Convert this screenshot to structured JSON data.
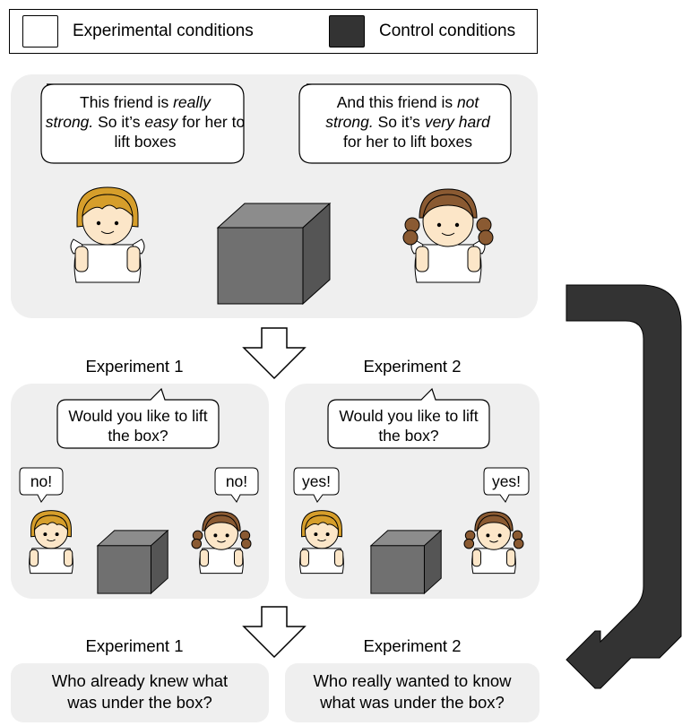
{
  "legend": {
    "experimental_label": "Experimental conditions",
    "control_label": "Control conditions",
    "experimental_color": "#ffffff",
    "control_color": "#333333"
  },
  "intro": {
    "left_bubble": [
      "This friend is ",
      "really",
      " strong.",
      " So it’s ",
      "easy",
      " for her to lift boxes"
    ],
    "right_bubble": [
      "And this friend is ",
      "not",
      " strong.",
      " So it’s ",
      "very hard",
      " for her to lift boxes"
    ]
  },
  "experiment1": {
    "heading": "Experiment 1",
    "question": "Would you like to lift the box?",
    "left_answer": "no!",
    "right_answer": "no!"
  },
  "experiment2": {
    "heading": "Experiment 2",
    "question": "Would you like to lift the box?",
    "left_answer": "yes!",
    "right_answer": "yes!"
  },
  "test1": {
    "heading": "Experiment 1",
    "question": "Who already knew what was under the box?"
  },
  "test2": {
    "heading": "Experiment 2",
    "question": "Who really wanted to know what was under the box?"
  },
  "colors": {
    "panel_bg": "#efefef",
    "cube_front": "#707070",
    "cube_top": "#8c8c8c",
    "cube_side": "#555555",
    "blonde_hair": "#d69e2b",
    "brown_hair": "#8a5a32",
    "return_arrow": "#333333"
  }
}
